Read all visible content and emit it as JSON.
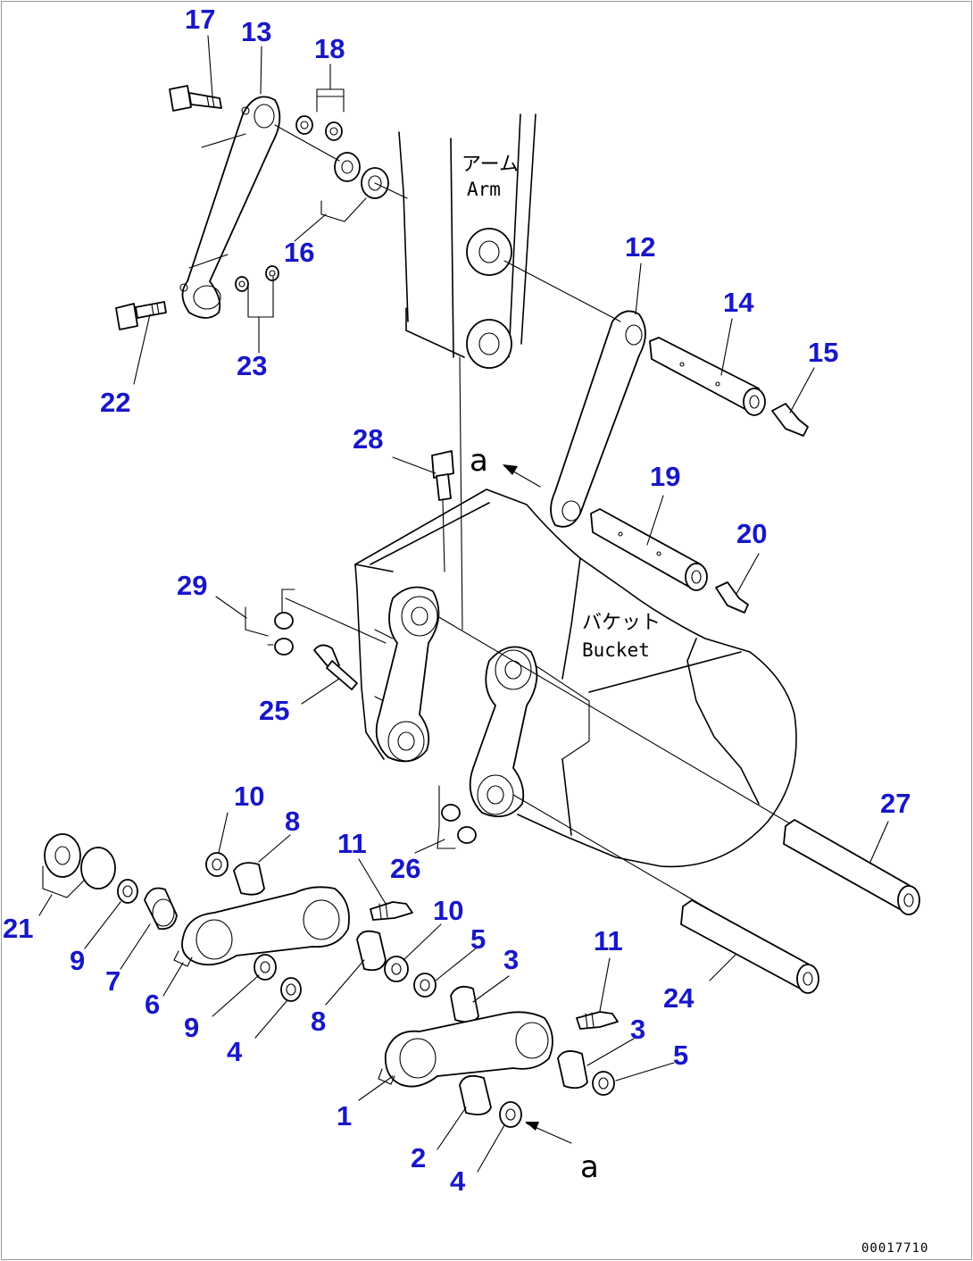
{
  "diagram": {
    "labels": {
      "arm_jp": "アーム",
      "arm_en": "Arm",
      "bucket_jp": "バケット",
      "bucket_en": "Bucket",
      "view_ref_top": "a",
      "view_ref_bottom": "a",
      "drawing_code": "00017710"
    },
    "callouts": {
      "c1": "1",
      "c2": "2",
      "c3a": "3",
      "c3b": "3",
      "c4a": "4",
      "c4b": "4",
      "c5a": "5",
      "c5b": "5",
      "c6": "6",
      "c7": "7",
      "c8a": "8",
      "c8b": "8",
      "c9a": "9",
      "c9b": "9",
      "c10a": "10",
      "c10b": "10",
      "c11a": "11",
      "c11b": "11",
      "c12": "12",
      "c13": "13",
      "c14": "14",
      "c15": "15",
      "c16": "16",
      "c17": "17",
      "c18": "18",
      "c19": "19",
      "c20": "20",
      "c21": "21",
      "c22": "22",
      "c23": "23",
      "c24": "24",
      "c25": "25",
      "c26": "26",
      "c27": "27",
      "c28": "28",
      "c29": "29"
    },
    "colors": {
      "callout": "#1717c8",
      "line": "#000000",
      "frame": "#9a9a9a"
    }
  }
}
